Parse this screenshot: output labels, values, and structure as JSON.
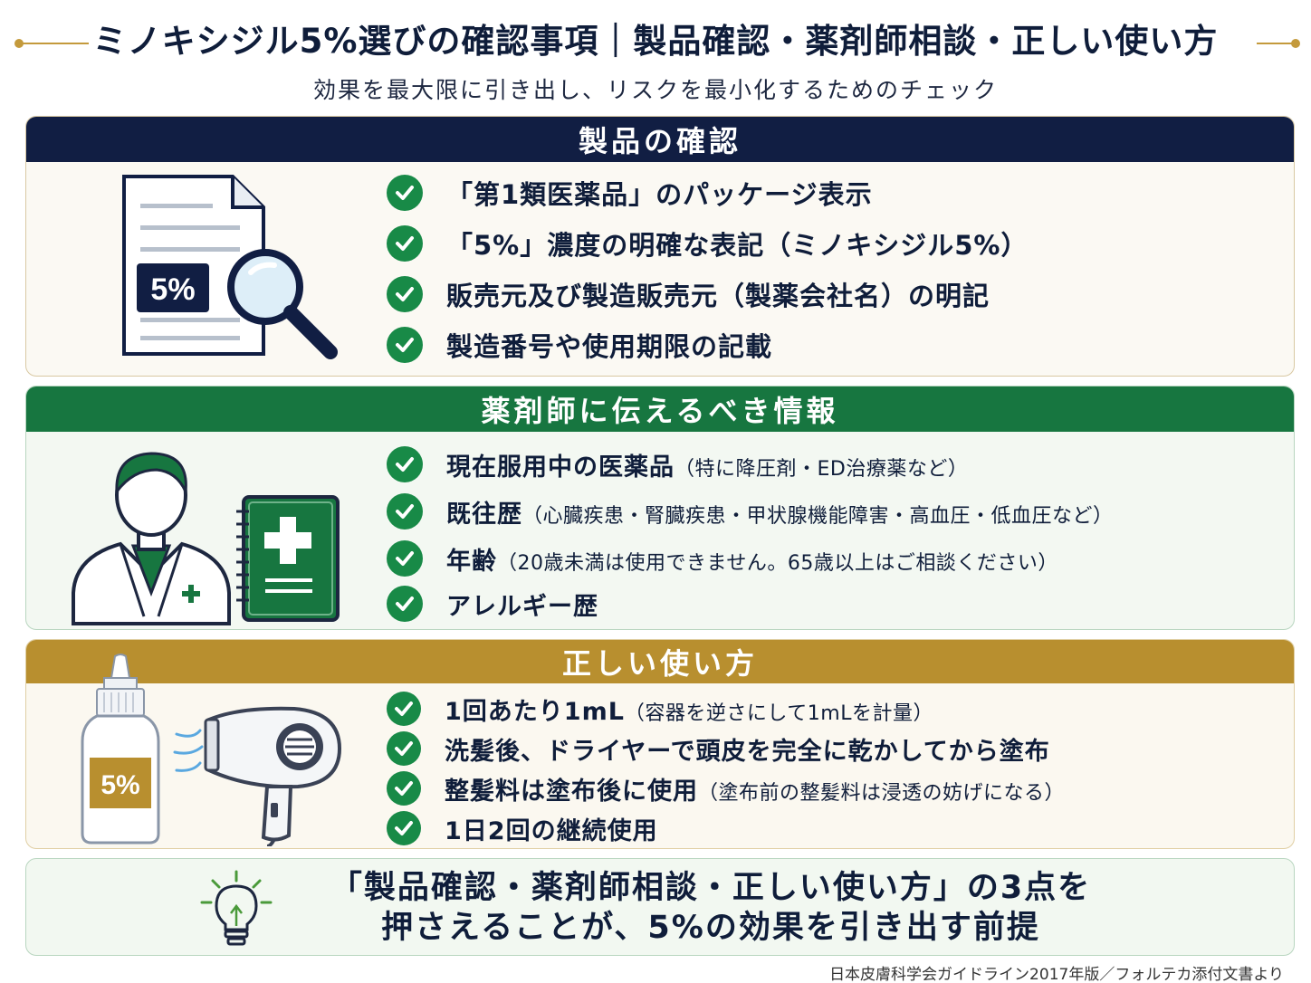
{
  "header": {
    "title": "ミノキシジル5%選びの確認事項｜製品確認・薬剤師相談・正しい使い方",
    "subtitle": "効果を最大限に引き出し、リスクを最小化するためのチェック"
  },
  "sections": [
    {
      "heading": "製品の確認",
      "illustration_label": "5%",
      "items": [
        {
          "text": "「第1類医薬品」のパッケージ表示",
          "note": ""
        },
        {
          "text": "「5%」濃度の明確な表記（ミノキシジル5%）",
          "note": ""
        },
        {
          "text": "販売元及び製造販売元（製薬会社名）の明記",
          "note": ""
        },
        {
          "text": "製造番号や使用期限の記載",
          "note": ""
        }
      ]
    },
    {
      "heading": "薬剤師に伝えるべき情報",
      "items": [
        {
          "text": "現在服用中の医薬品",
          "note": "（特に降圧剤・ED治療薬など）"
        },
        {
          "text": "既往歴",
          "note": "（心臓疾患・腎臓疾患・甲状腺機能障害・高血圧・低血圧など）"
        },
        {
          "text": "年齢",
          "note": "（20歳未満は使用できません。65歳以上はご相談ください）"
        },
        {
          "text": "アレルギー歴",
          "note": ""
        }
      ]
    },
    {
      "heading": "正しい使い方",
      "illustration_label": "5%",
      "items": [
        {
          "text": "1回あたり1mL",
          "note": "（容器を逆さにして1mLを計量）"
        },
        {
          "text": "洗髪後、ドライヤーで頭皮を完全に乾かしてから塗布",
          "note": ""
        },
        {
          "text": "整髪料は塗布後に使用",
          "note": "（塗布前の整髪料は浸透の妨げになる）"
        },
        {
          "text": "1日2回の継続使用",
          "note": ""
        }
      ]
    }
  ],
  "summary": {
    "line1": "「製品確認・薬剤師相談・正しい使い方」の3点を",
    "line2": "押さえることが、5%の効果を引き出す前提"
  },
  "source": "日本皮膚科学会ガイドライン2017年版／フォルテカ添付文書より",
  "colors": {
    "navy": "#111e43",
    "green": "#177640",
    "gold": "#b88f2f",
    "check": "#188a47"
  },
  "icons": {
    "product": [
      "document-icon",
      "magnifier-icon"
    ],
    "pharmacist": [
      "pharmacist-icon",
      "notebook-icon"
    ],
    "usage": [
      "bottle-icon",
      "hair-dryer-icon"
    ],
    "summary": "lightbulb-icon",
    "check": "check-circle-icon"
  }
}
